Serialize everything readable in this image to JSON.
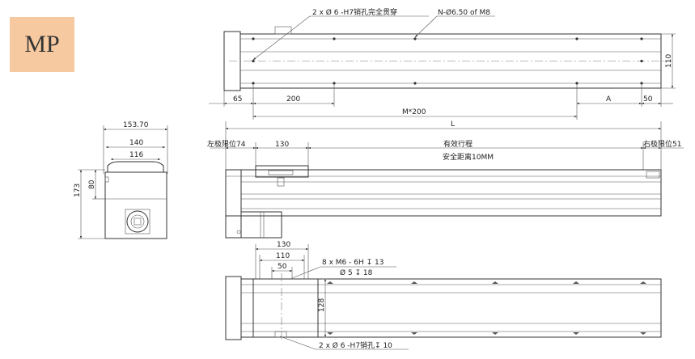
{
  "badge": "MP",
  "top_view": {
    "note_pin": "2 x Ø 6 -H7销孔完全贯穿",
    "note_holes": "N-Ø6.50 of M8",
    "dim_65": "65",
    "dim_200": "200",
    "dim_A": "A",
    "dim_50": "50",
    "dim_110": "110",
    "dim_m200": "M*200"
  },
  "side_view": {
    "dim_L": "L",
    "left_limit": "左极限位74",
    "dim_130": "130",
    "stroke": "有效行程",
    "right_limit": "右极限位51",
    "safety": "安全距离10MM"
  },
  "end_view": {
    "dim_153": "153.70",
    "dim_140": "140",
    "dim_116": "116",
    "dim_173": "173",
    "dim_80": "80"
  },
  "bottom_view": {
    "dim_130": "130",
    "dim_110": "110",
    "dim_50": "50",
    "note_m6": "8 x  M6 - 6H ↧ 13",
    "note_d5": "Ø 5 ↧ 18",
    "dim_128": "128",
    "note_pin": "2 x Ø 6 -H7销孔↧ 10"
  }
}
